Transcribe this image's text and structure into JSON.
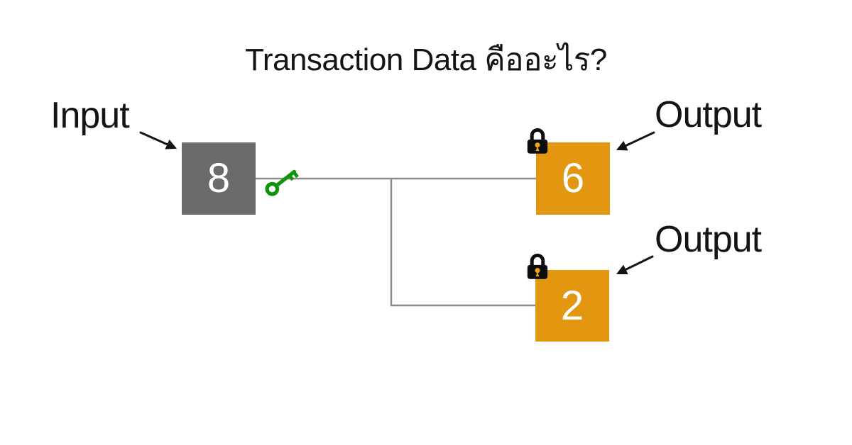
{
  "title": "Transaction Data คืออะไร?",
  "colors": {
    "background": "#FFFFFF",
    "text": "#141414",
    "input_box": "#6B6B6B",
    "output_box": "#E39710",
    "connector": "#8C8C8C",
    "key_green": "#13920E",
    "lock_black": "#0D0D0D",
    "keyhole": "#E8A412",
    "box_value_text": "#FFFFFF"
  },
  "diagram": {
    "input": {
      "label": "Input",
      "value": "8"
    },
    "outputs": [
      {
        "label": "Output",
        "value": "6",
        "icon": "lock-icon"
      },
      {
        "label": "Output",
        "value": "2",
        "icon": "lock-icon"
      }
    ],
    "key_icon": "key-icon"
  }
}
